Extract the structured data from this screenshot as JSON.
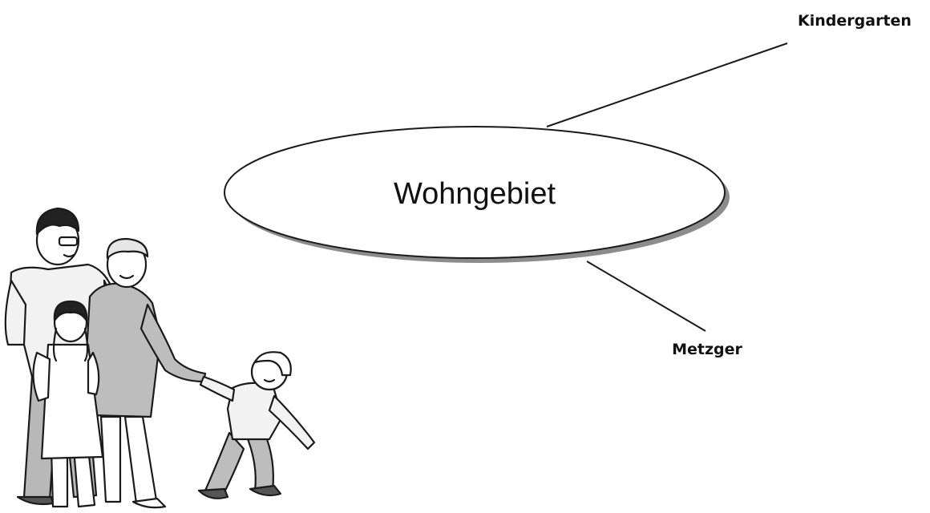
{
  "center_node": {
    "label": "Wohngebiet"
  },
  "branches": [
    {
      "label": "Kindergarten"
    },
    {
      "label": "Metzger"
    }
  ],
  "illustration": {
    "icon": "family-illustration-icon"
  }
}
